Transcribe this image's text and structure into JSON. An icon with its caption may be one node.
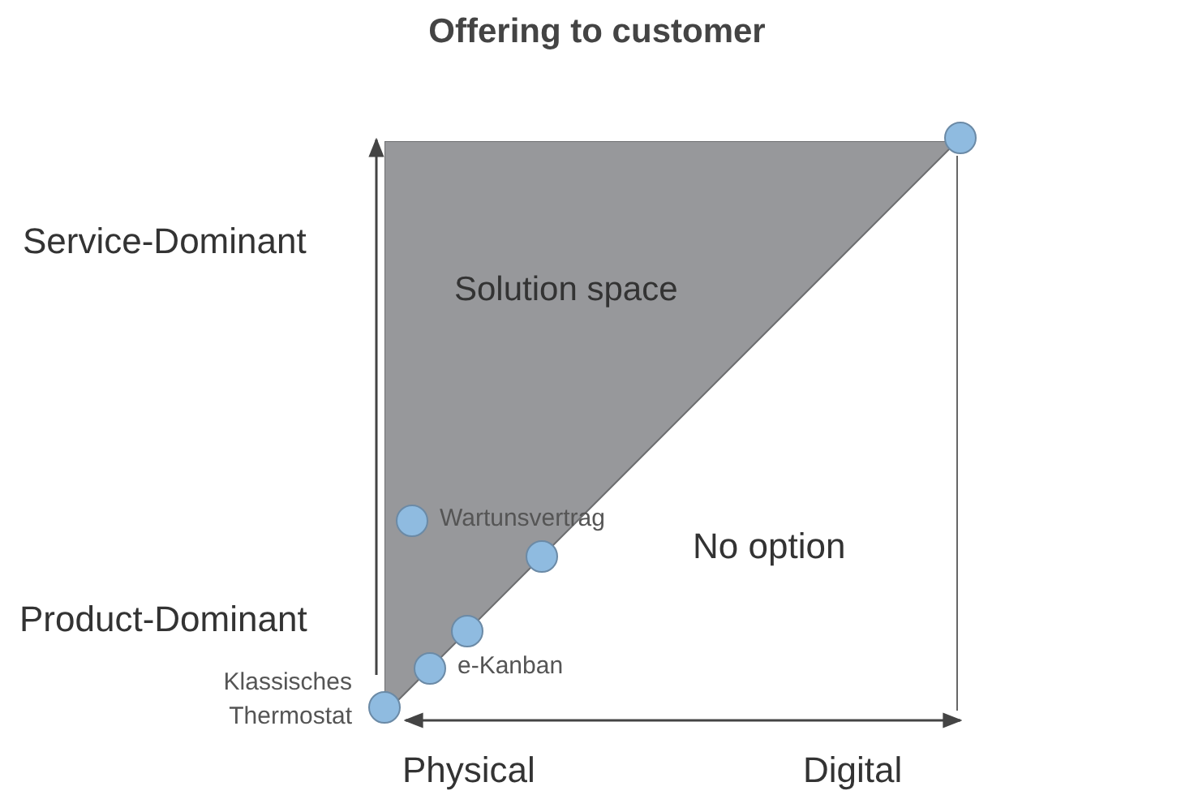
{
  "diagram": {
    "title": "Offering to customer",
    "nodes": [
      {
        "text": [
          "Solution space"
        ]
      },
      {
        "text": [],
        "shape": "circle"
      },
      {
        "text": [],
        "shape": "circle",
        "beside": [
          "Wartunsvertrag"
        ],
        "in": 0
      },
      {
        "text": [],
        "shape": "circle"
      },
      {
        "text": [],
        "shape": "circle"
      },
      {
        "text": [],
        "shape": "circle",
        "beside": [
          "e-Kanban"
        ]
      },
      {
        "text": [],
        "shape": "circle",
        "beside": [
          "Klassisches Thermostat"
        ]
      }
    ],
    "edges": [],
    "labels": [
      "Service-Dominant",
      "No option",
      "Product-Dominant",
      "Physical",
      "Digital"
    ]
  }
}
